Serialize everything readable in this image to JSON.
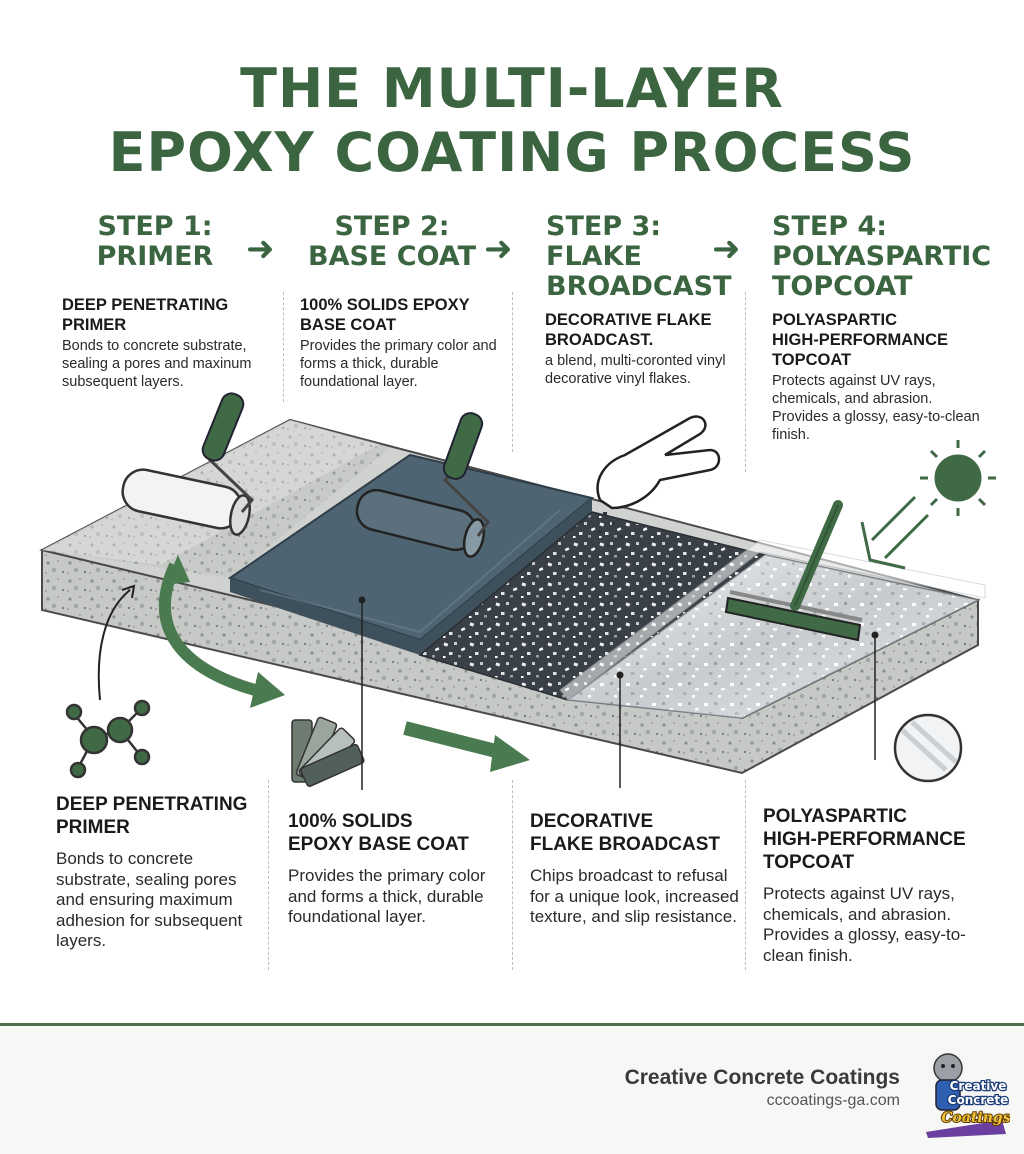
{
  "title": {
    "line1": "THE MULTI-LAYER",
    "line2": "EPOXY COATING PROCESS"
  },
  "steps": [
    {
      "label": "STEP 1:",
      "name": "PRIMER",
      "top_heading": [
        "DEEP PENETRATING",
        "PRIMER"
      ],
      "top_text": "Bonds to concrete substrate, sealing a pores and maxinum subsequent layers.",
      "bottom_heading": [
        "DEEP PENETRATING",
        "PRIMER"
      ],
      "bottom_text": "Bonds to concrete substrate, sealing pores and ensuring maximum adhesion for subsequent layers."
    },
    {
      "label": "STEP 2:",
      "name": "BASE COAT",
      "top_heading": [
        "100% SOLIDS EPOXY",
        "BASE COAT"
      ],
      "top_text": "Provides the primary color and forms a thick, durable foundational layer.",
      "bottom_heading": [
        "100% SOLIDS",
        "EPOXY BASE COAT"
      ],
      "bottom_text": "Provides the primary color and forms a thick, durable foundational layer."
    },
    {
      "label": "STEP 3:",
      "name": "FLAKE BROADCAST",
      "name_lines": [
        "FLAKE",
        "BROADCAST"
      ],
      "top_heading": [
        "DECORATIVE FLAKE",
        "BROADCAST."
      ],
      "top_text": "a blend, multi-coronted vinyl decorative vinyl flakes.",
      "bottom_heading": [
        "DECORATIVE",
        "FLAKE BROADCAST"
      ],
      "bottom_text": "Chips broadcast to refusal for a unique look, increased texture, and slip resistance."
    },
    {
      "label": "STEP 4:",
      "name": "POLYASPARTIC TOPCOAT",
      "name_lines": [
        "POLYASPARTIC",
        "TOPCOAT"
      ],
      "top_heading": [
        "POLYASPARTIC",
        "HIGH-PERFORMANCE",
        "TOPCOAT"
      ],
      "top_text": "Protects against UV rays, chemicals, and abrasion. Provides a glossy, easy-to-clean finish.",
      "bottom_heading": [
        "POLYASPARTIC",
        "HIGH-PERFORMANCE",
        "TOPCOAT"
      ],
      "bottom_text": "Protects against UV rays, chemicals, and abrasion. Provides a glossy, easy-to-clean finish."
    }
  ],
  "arrow_glyph": "➜",
  "icons": [
    "paint-roller-icon",
    "molecule-icon",
    "color-swatch-icon",
    "hand-icon",
    "squeegee-icon",
    "sun-icon",
    "gloss-circle-icon"
  ],
  "colors": {
    "brand_green": "#3b6540",
    "concrete": "#c9ccc9",
    "base_coat": "#4f6472",
    "flake_dark": "#3a4047"
  },
  "footer": {
    "company": "Creative Concrete Coatings",
    "website": "cccoatings-ga.com",
    "logo_text": [
      "Creative",
      "Concrete",
      "Coatings"
    ]
  }
}
